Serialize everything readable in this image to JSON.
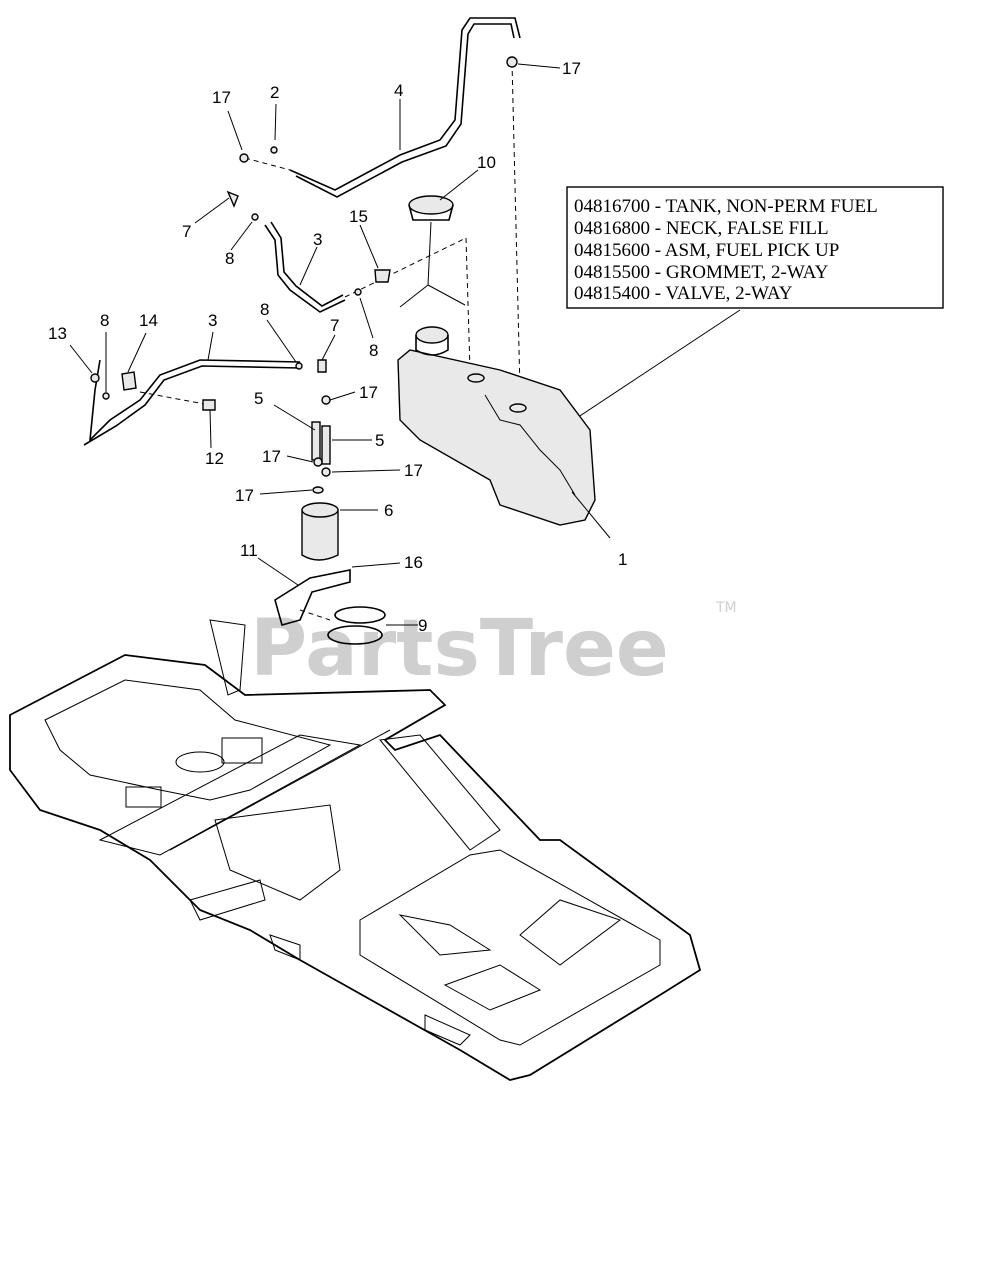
{
  "watermark": {
    "text": "PartsTree",
    "trademark": "TM"
  },
  "legend": {
    "lines": [
      "04816700 - TANK, NON-PERM FUEL",
      "04816800 - NECK, FALSE FILL",
      "04815600 - ASM, FUEL PICK UP",
      "04815500 - GROMMET, 2-WAY",
      "04815400 - VALVE, 2-WAY"
    ]
  },
  "callouts": [
    "17",
    "2",
    "4",
    "17",
    "10",
    "7",
    "8",
    "3",
    "15",
    "8",
    "13",
    "8",
    "14",
    "3",
    "8",
    "7",
    "17",
    "5",
    "5",
    "17",
    "17",
    "17",
    "6",
    "12",
    "1",
    "11",
    "16",
    "9"
  ]
}
